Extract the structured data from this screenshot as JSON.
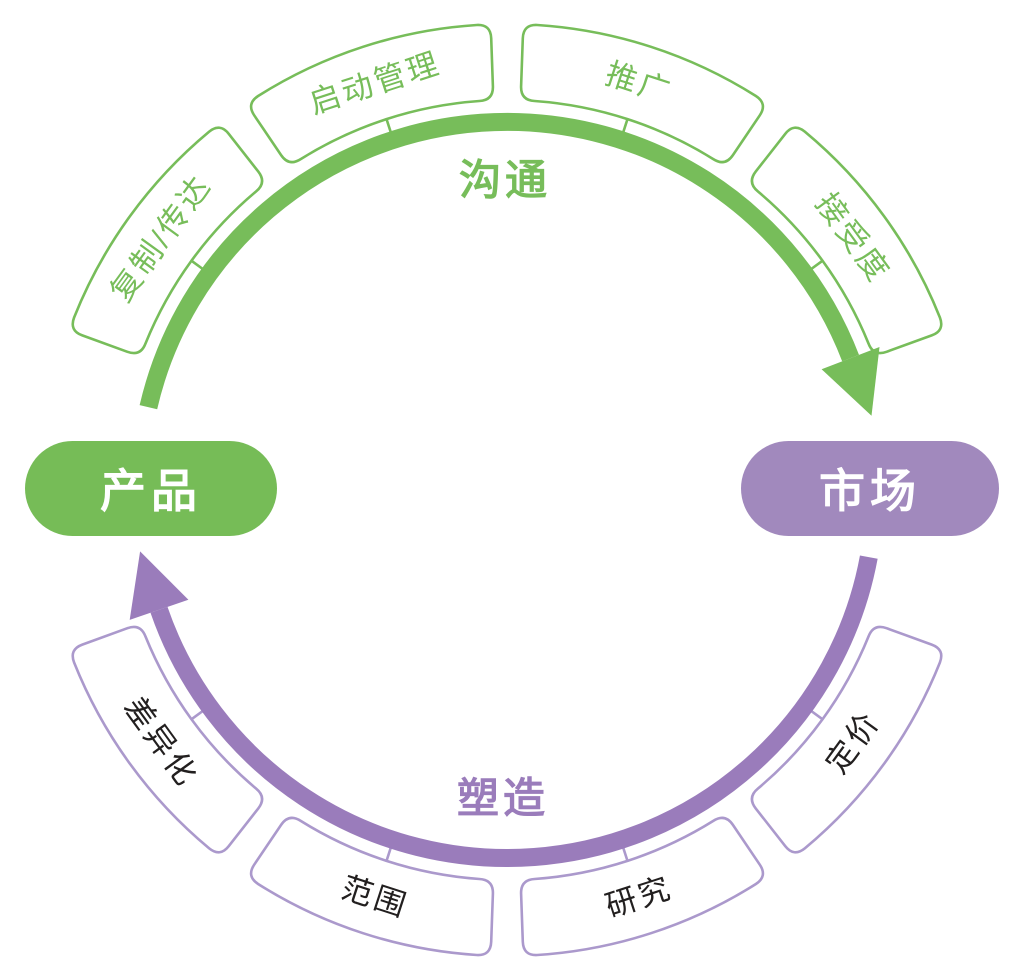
{
  "diagram": {
    "left_node": {
      "label": "产品"
    },
    "right_node": {
      "label": "市场"
    },
    "top_flow": {
      "label": "沟通",
      "segments": [
        {
          "label": "复制/传达"
        },
        {
          "label": "启动管理"
        },
        {
          "label": "推广"
        },
        {
          "label": "接受度"
        }
      ]
    },
    "bottom_flow": {
      "label": "塑造",
      "segments": [
        {
          "label": "定价"
        },
        {
          "label": "研究"
        },
        {
          "label": "范围"
        },
        {
          "label": "差异化"
        }
      ]
    },
    "colors": {
      "green": "#77bd5a",
      "green_pill": "#76bc57",
      "purple": "#9a7cbb",
      "purple_pill": "#a189bd",
      "purple_light": "#ab99cc",
      "dark_text": "#221f1f"
    }
  }
}
